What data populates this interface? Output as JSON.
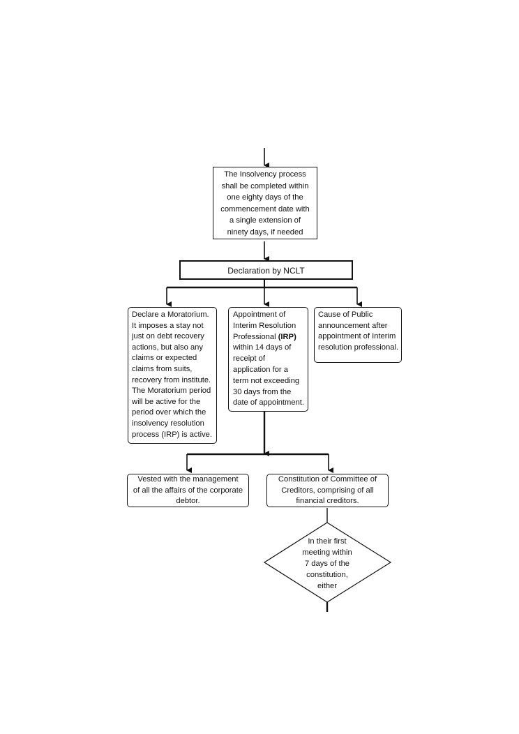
{
  "nodes": {
    "timeline": {
      "lines": [
        "The Insolvency process",
        "shall be completed within",
        "one eighty days of the",
        "commencement date with",
        "a single extension of",
        "ninety days, if needed"
      ]
    },
    "declaration": {
      "text": "Declaration by NCLT"
    },
    "moratorium": {
      "lines": [
        "Declare a Moratorium.",
        "It imposes a stay not",
        "just on debt recovery",
        "actions, but also any",
        "claims or expected",
        "claims from suits,",
        "recovery from institute.",
        "The Moratorium period",
        "will be active for the",
        "period over which the",
        "insolvency resolution",
        "process (IRP) is active."
      ]
    },
    "irp": {
      "lines": [
        "Appointment of",
        "Interim Resolution",
        "Professional ",
        "within 14 days of",
        "receipt of",
        "application for a",
        "term not exceeding",
        "30 days from the",
        "date of appointment."
      ],
      "bold_abbr": "(IRP)"
    },
    "announcement": {
      "lines": [
        "Cause of Public",
        "announcement after",
        "appointment of Interim",
        "resolution professional."
      ]
    },
    "management": {
      "lines": [
        "Vested with the management",
        "of all the affairs of the corporate",
        "debtor."
      ]
    },
    "committee": {
      "lines": [
        "Constitution of Committee of",
        "Creditors, comprising of all",
        "financial creditors."
      ]
    },
    "meeting": {
      "lines": [
        "In their first",
        "meeting within",
        "7 days of the",
        "constitution,",
        "either"
      ]
    }
  },
  "colors": {
    "stroke": "#111111",
    "background": "#ffffff"
  }
}
